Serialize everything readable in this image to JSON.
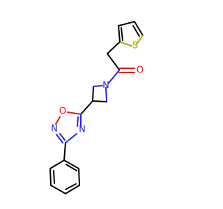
{
  "molecule": {
    "colors": {
      "bond": "#000000",
      "nitrogen": "#2222ee",
      "oxygen": "#ee1111",
      "sulfur": "#aaaa00",
      "background": "#ffffff"
    },
    "atoms": {
      "thiophene_sulfur": {
        "symbol": "S"
      },
      "carbonyl_oxygen": {
        "symbol": "O"
      },
      "azetidine_nitrogen": {
        "symbol": "N"
      },
      "oxadiazole_oxygen": {
        "symbol": "O"
      },
      "oxadiazole_n2": {
        "symbol": "N"
      },
      "oxadiazole_n4": {
        "symbol": "N"
      }
    }
  }
}
